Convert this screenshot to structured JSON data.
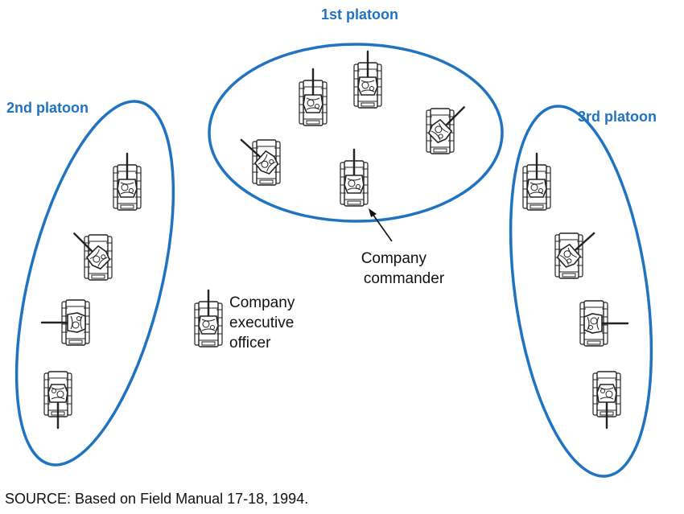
{
  "colors": {
    "accent": "#1f73c0",
    "ink": "#222222"
  },
  "platoons": [
    {
      "id": "1st",
      "label": "1st platoon",
      "tank_count": 5
    },
    {
      "id": "2nd",
      "label": "2nd platoon",
      "tank_count": 4
    },
    {
      "id": "3rd",
      "label": "3rd platoon",
      "tank_count": 4
    }
  ],
  "annotations": {
    "commander": [
      "Company",
      "commander"
    ],
    "executive_officer": [
      "Company",
      "executive",
      "officer"
    ]
  },
  "source": "SOURCE: Based on Field Manual 17-18, 1994."
}
